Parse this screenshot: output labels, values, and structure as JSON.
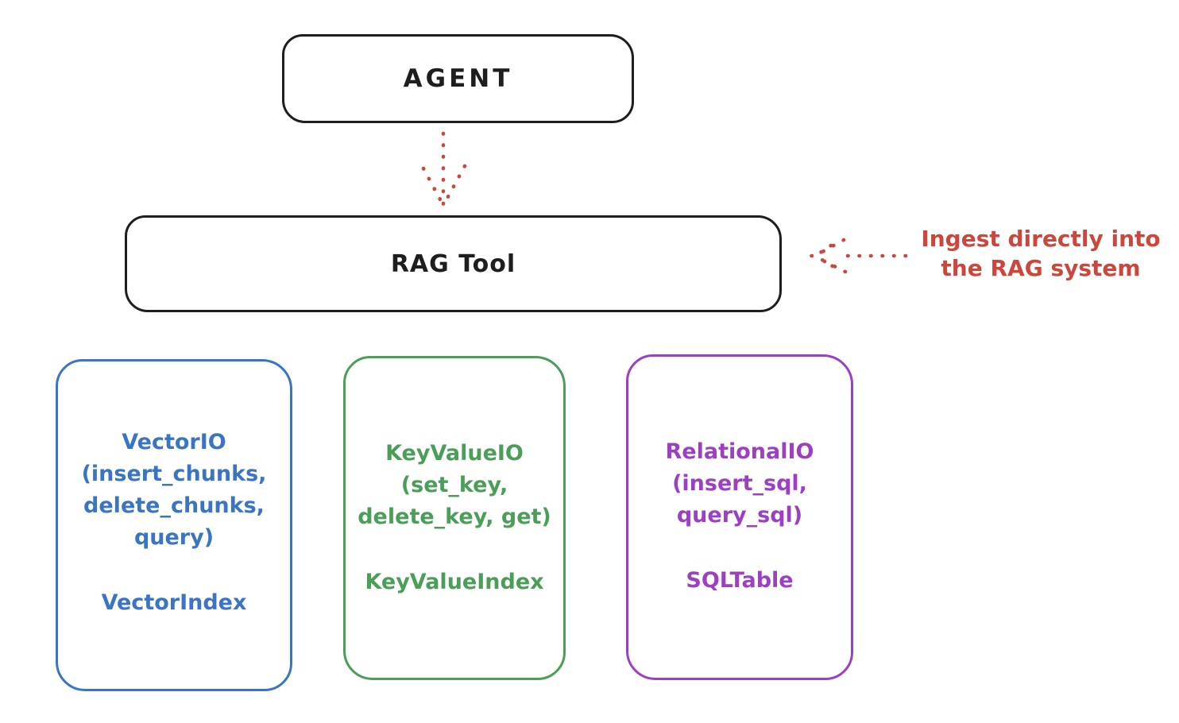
{
  "nodes": {
    "agent": {
      "label": "AGENT"
    },
    "rag_tool": {
      "label": "RAG Tool"
    }
  },
  "annotation": {
    "line1": "Ingest directly into",
    "line2": "the RAG system"
  },
  "stores": [
    {
      "id": "vector-io",
      "color": "#3a75c4",
      "title": "VectorIO",
      "methods": [
        "(insert_chunks,",
        "delete_chunks,",
        "query)"
      ],
      "index": "VectorIndex"
    },
    {
      "id": "keyvalue-io",
      "color": "#4a9e57",
      "title": "KeyValueIO",
      "methods": [
        "(set_key,",
        "delete_key, get)"
      ],
      "index": "KeyValueIndex"
    },
    {
      "id": "relational-io",
      "color": "#9c3fc2",
      "title": "RelationalIO",
      "methods": [
        "(insert_sql,",
        "query_sql)"
      ],
      "index": "SQLTable"
    }
  ],
  "colors": {
    "ink": "#1e1e1e",
    "arrow_red": "#cd463c",
    "background": "#ffffff"
  }
}
